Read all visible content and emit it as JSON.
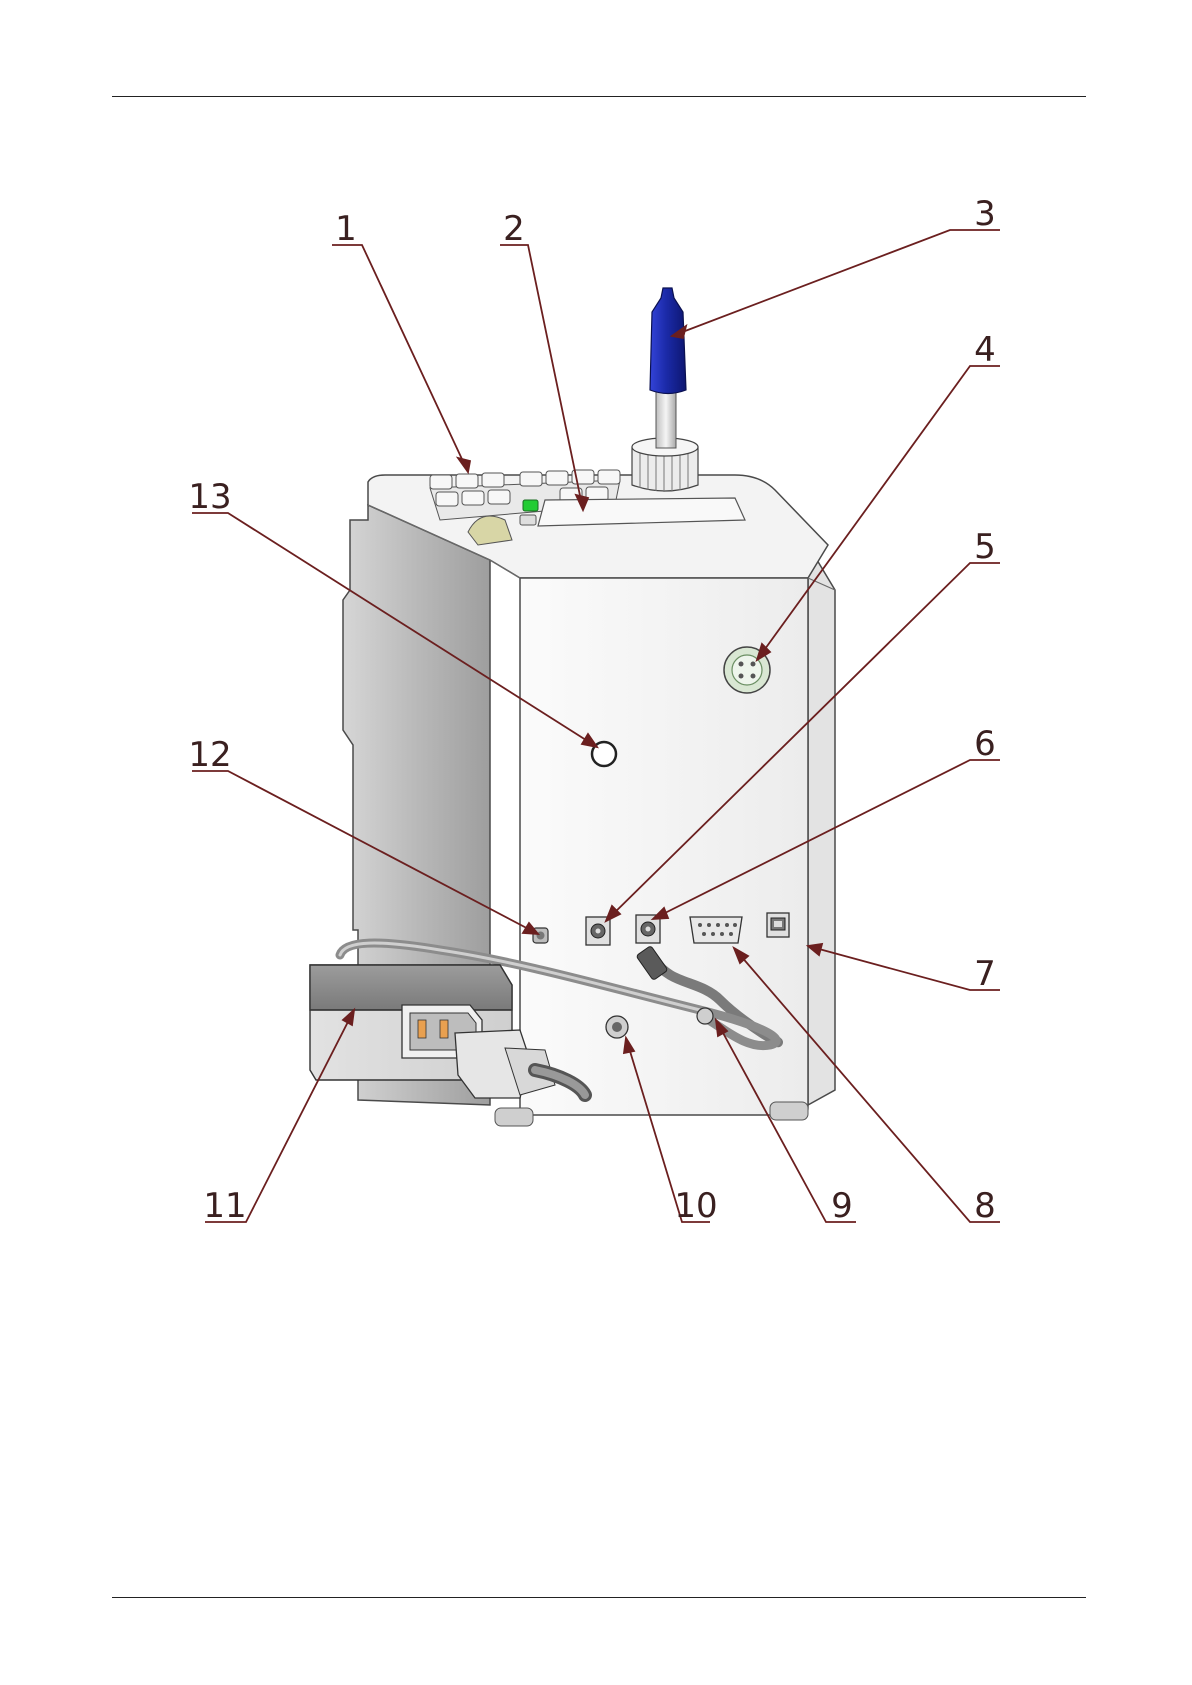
{
  "colors": {
    "callout": "#6b1f1f",
    "electrode_cap": "#1f2fb5",
    "led": "#22cc33",
    "housing": "#f2f2f2",
    "housing_shadow": "#bdbdbd",
    "adapter": "#8a8a8a"
  },
  "callouts": [
    {
      "id": "1",
      "label": "1"
    },
    {
      "id": "2",
      "label": "2"
    },
    {
      "id": "3",
      "label": "3"
    },
    {
      "id": "4",
      "label": "4"
    },
    {
      "id": "5",
      "label": "5"
    },
    {
      "id": "6",
      "label": "6"
    },
    {
      "id": "7",
      "label": "7"
    },
    {
      "id": "8",
      "label": "8"
    },
    {
      "id": "9",
      "label": "9"
    },
    {
      "id": "10",
      "label": "10"
    },
    {
      "id": "11",
      "label": "11"
    },
    {
      "id": "12",
      "label": "12"
    },
    {
      "id": "13",
      "label": "13"
    }
  ]
}
